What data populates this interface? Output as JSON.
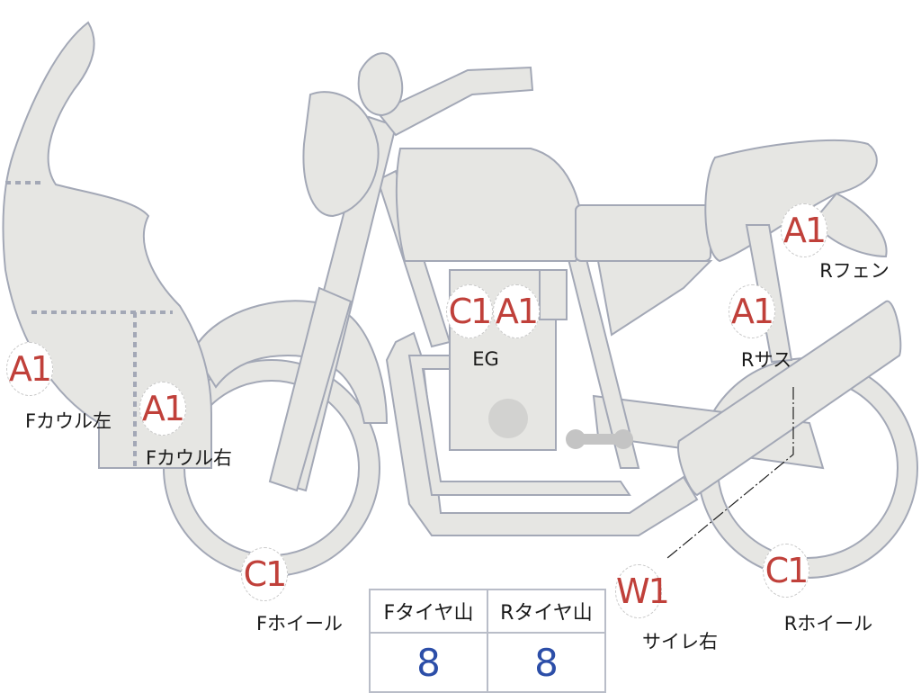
{
  "diagram": {
    "colors": {
      "part_fill": "#e6e6e3",
      "outline": "#a3a8b6",
      "damage_code": "#c0403a",
      "tread_value": "#2c4ea8"
    },
    "markers": [
      {
        "code": "A1",
        "label": "Fカウル左"
      },
      {
        "code": "A1",
        "label": "Fカウル右"
      },
      {
        "code": "C1",
        "label": "Fホイール"
      },
      {
        "code": "C1",
        "label": ""
      },
      {
        "code": "A1",
        "label": "EG"
      },
      {
        "code": "A1",
        "label": "Rフェン"
      },
      {
        "code": "A1",
        "label": "Rサス"
      },
      {
        "code": "W1",
        "label": "サイレ右"
      },
      {
        "code": "C1",
        "label": "Rホイール"
      }
    ],
    "tire_table": {
      "headers": [
        "Fタイヤ山",
        "Rタイヤ山"
      ],
      "values": [
        "8",
        "8"
      ]
    }
  }
}
